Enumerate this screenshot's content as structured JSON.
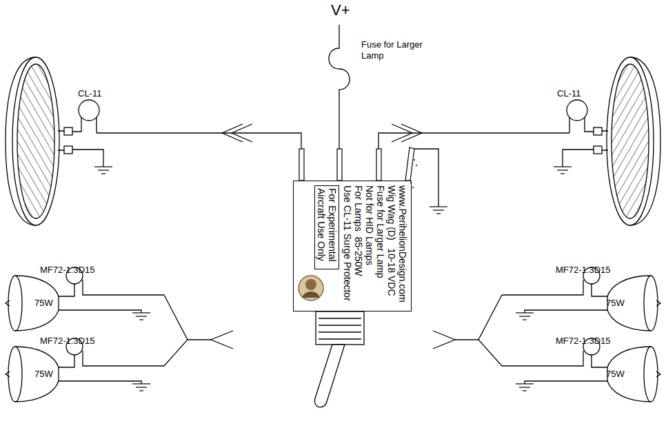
{
  "diagram": {
    "nodes": [
      {
        "text": [
          "www.PerihelionDesign.com",
          "Wig Wag (D)   10-18 VDC",
          "Fuse for Larger Lamp",
          "Not for HID Lamps",
          "For Lamps  85-250W",
          "Use CL-11 Surge Protector"
        ]
      },
      {
        "text": [
          "For Experimental Aircraft Use Only"
        ],
        "in": 0
      }
    ],
    "labels": [
      "V+",
      "Fuse for Larger Lamp",
      "CL-11",
      "CL-11",
      "MF72-1.3D15",
      "75W",
      "MF72-1.3D15",
      "75W",
      "MF72-1.3D15",
      "75W",
      "MF72-1.3D15",
      "75W"
    ]
  }
}
